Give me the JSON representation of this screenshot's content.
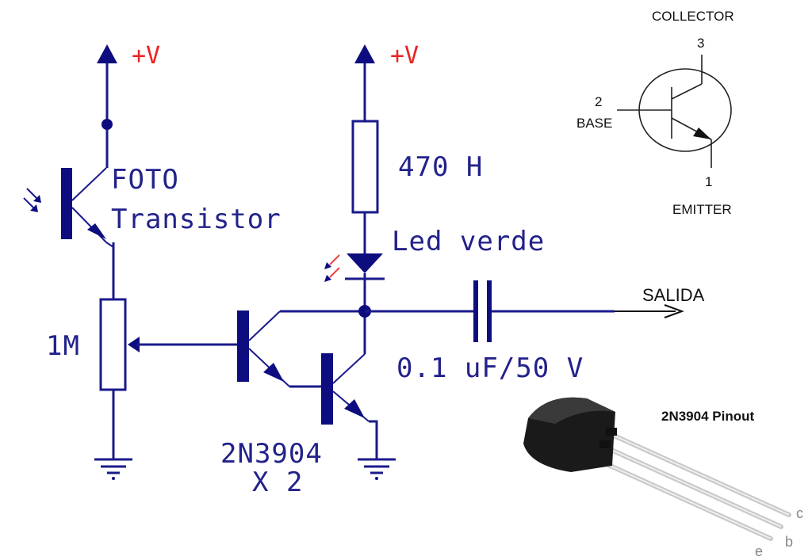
{
  "schematic": {
    "supply_left": "+V",
    "supply_right": "+V",
    "phototransistor_label_1": "FOTO",
    "phototransistor_label_2": "Transistor",
    "resistor_label": "470 H",
    "led_label": "Led verde",
    "pot_label": "1M",
    "capacitor_label": "0.1 uF/50 V",
    "transistor_label": "2N3904",
    "transistor_qty": "X 2",
    "output_label": "SALIDA"
  },
  "colors": {
    "wire": "#1a1a8c",
    "supply_text": "#ee2222",
    "led_rays": "#ee4444"
  },
  "symbol": {
    "collector_label": "COLLECTOR",
    "collector_pin": "3",
    "base_pin": "2",
    "base_label": "BASE",
    "emitter_pin": "1",
    "emitter_label": "EMITTER"
  },
  "package": {
    "title": "2N3904 Pinout",
    "pin_c": "c",
    "pin_b": "b",
    "pin_e": "e"
  }
}
